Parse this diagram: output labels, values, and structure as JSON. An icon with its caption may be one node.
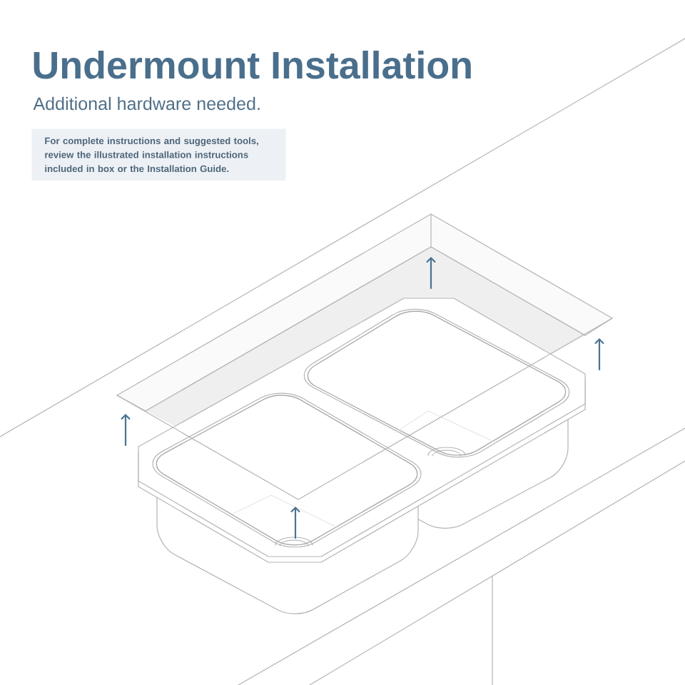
{
  "diagram": {
    "title": "Undermount Installation",
    "nodes": [
      {
        "text": [
          "For complete instructions and suggested tools, review the illustrated installation instructions included in box or the Installation Guide."
        ]
      }
    ],
    "labels": [
      "Additional hardware needed."
    ]
  }
}
